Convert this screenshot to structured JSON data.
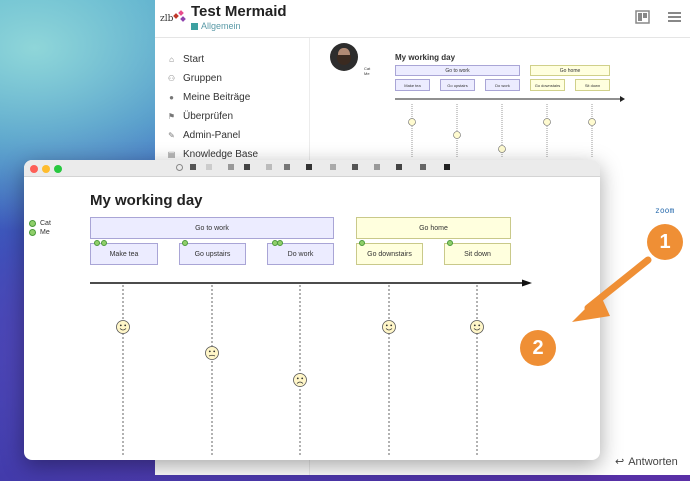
{
  "app": {
    "logo_text": "zlb",
    "title": "Test Mermaid",
    "category": "Allgemein",
    "reply_label": "Antworten"
  },
  "sidebar": {
    "items": [
      {
        "label": "Start",
        "icon": "home-icon"
      },
      {
        "label": "Gruppen",
        "icon": "users-icon"
      },
      {
        "label": "Meine Beiträge",
        "icon": "user-icon"
      },
      {
        "label": "Überprüfen",
        "icon": "flag-icon"
      },
      {
        "label": "Admin-Panel",
        "icon": "wrench-icon"
      },
      {
        "label": "Knowledge Base",
        "icon": "book-icon"
      }
    ]
  },
  "mini_chart": {
    "title": "My working day",
    "legend": [
      "Cat",
      "Me"
    ],
    "sections": [
      "Go to work",
      "Go home"
    ],
    "tasks": [
      "Make tea",
      "Go upstairs",
      "Do work",
      "Go downstairs",
      "Sit down"
    ]
  },
  "diagram": {
    "title": "My working day",
    "actors": [
      "Cat",
      "Me"
    ],
    "sections": [
      {
        "label": "Go to work",
        "color": "#ececff"
      },
      {
        "label": "Go home",
        "color": "#ffffde"
      }
    ],
    "tasks": [
      {
        "label": "Make tea",
        "section": 0,
        "score": 5,
        "actors": [
          "Cat",
          "Me"
        ]
      },
      {
        "label": "Go upstairs",
        "section": 0,
        "score": 3,
        "actors": [
          "Me"
        ]
      },
      {
        "label": "Do work",
        "section": 0,
        "score": 1,
        "actors": [
          "Me"
        ]
      },
      {
        "label": "Go downstairs",
        "section": 1,
        "score": 5,
        "actors": [
          "Me"
        ]
      },
      {
        "label": "Sit down",
        "section": 1,
        "score": 5,
        "actors": [
          "Me"
        ]
      }
    ]
  },
  "annotations": {
    "badge_1": "1",
    "badge_2": "2",
    "zoom_label": "zoom",
    "accent": "#ef8f35"
  }
}
